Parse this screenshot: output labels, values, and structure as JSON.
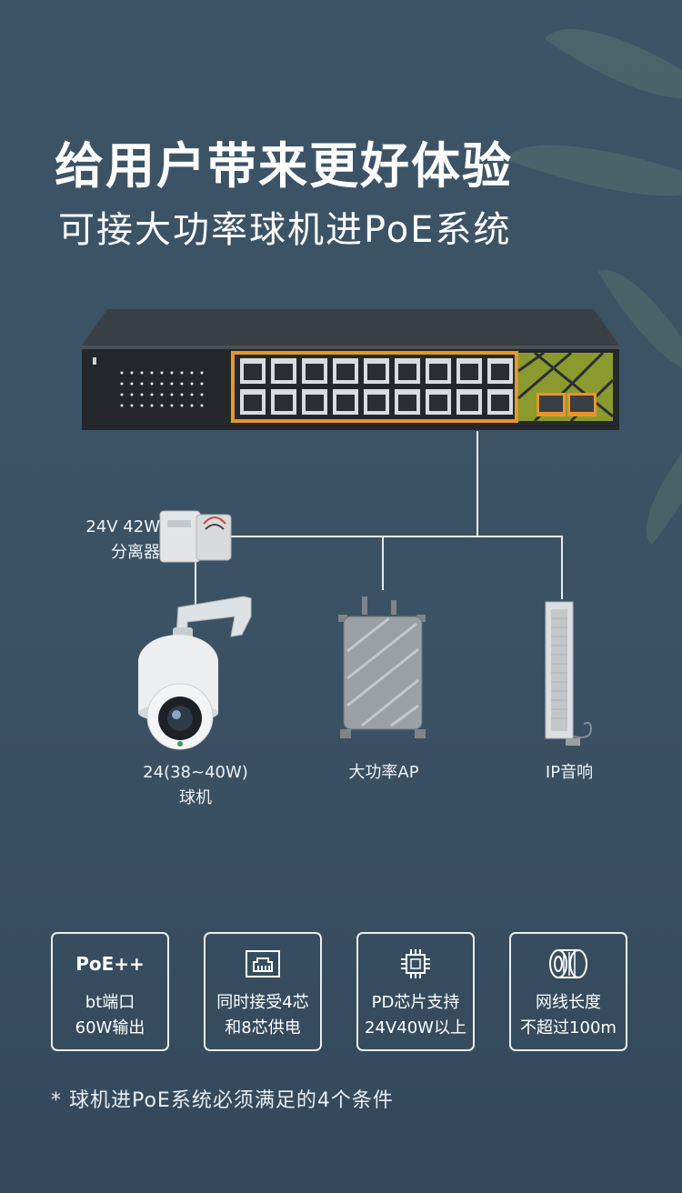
{
  "header": {
    "title": "给用户带来更好体验",
    "subtitle": "可接大功率球机进PoE系统"
  },
  "diagram": {
    "splitter_label": [
      "24V 42W",
      "分离器"
    ],
    "devices": [
      {
        "label_line1": "24(38~40W)",
        "label_line2": "球机"
      },
      {
        "label_line1": "大功率AP",
        "label_line2": ""
      },
      {
        "label_line1": "IP音响",
        "label_line2": ""
      }
    ]
  },
  "features": [
    {
      "icon": "poe-plus-text-icon",
      "icon_text": "PoE++",
      "line1": "bt端口",
      "line2": "60W输出"
    },
    {
      "icon": "ethernet-port-icon",
      "line1": "同时接受4芯",
      "line2": "和8芯供电"
    },
    {
      "icon": "chip-icon",
      "line1": "PD芯片支持",
      "line2": "24V40W以上"
    },
    {
      "icon": "cable-reel-icon",
      "line1": "网线长度",
      "line2": "不超过100m"
    }
  ],
  "footnote": "* 球机进PoE系统必须满足的4个条件",
  "colors": {
    "accent_orange": "#e8962a",
    "panel_green": "#8a9a2e",
    "switch_body": "#2a2e33"
  }
}
